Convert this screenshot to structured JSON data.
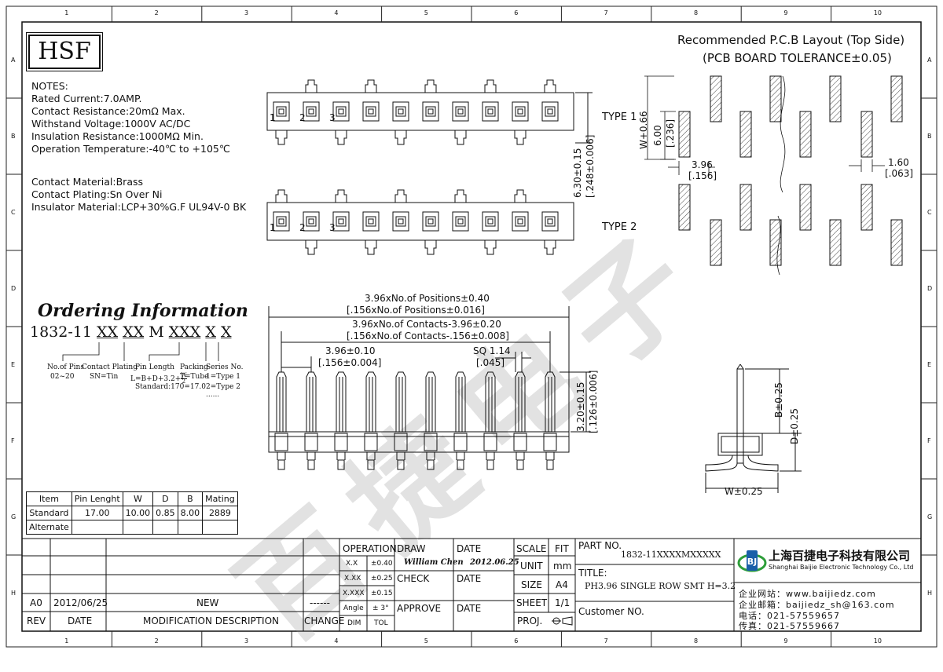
{
  "grid": {
    "cols": [
      "1",
      "2",
      "3",
      "4",
      "5",
      "6",
      "7",
      "8",
      "9",
      "10"
    ],
    "rows": [
      "A",
      "B",
      "C",
      "D",
      "E",
      "F",
      "G",
      "H"
    ]
  },
  "logo": "HSF",
  "notes": {
    "heading": "NOTES:",
    "lines": [
      "Rated Current:7.0AMP.",
      "Contact Resistance:20mΩ Max.",
      "Withstand Voltage:1000V AC/DC",
      "Insulation Resistance:1000MΩ Min.",
      "Operation Temperature:-40℃ to +105℃"
    ],
    "material_lines": [
      "Contact Material:Brass",
      "Contact Plating:Sn Over Ni",
      "Insulator Material:LCP+30%G.F UL94V-0 BK"
    ]
  },
  "pcb": {
    "title": "Recommended P.C.B Layout (Top Side)",
    "tolerance": "(PCB BOARD TOLERANCE±0.05)",
    "dim_w": "W+0.66",
    "dim_600": "6.00",
    "dim_600_in": "[.236]",
    "dim_396": "3.96",
    "dim_396_in": "[.156]",
    "dim_160": "1.60",
    "dim_160_in": "[.063]"
  },
  "types": {
    "type1": "TYPE 1",
    "type2": "TYPE 2"
  },
  "top_view": {
    "dim_630": "6.30±0.15",
    "dim_630_in": "[.248±0.006]",
    "pin_labels": [
      "1",
      "2",
      "3"
    ]
  },
  "front_view": {
    "dim_a": "3.96xNo.of Positions±0.40",
    "dim_a_in": "[.156xNo.of Positions±0.016]",
    "dim_b": "3.96xNo.of Contacts-3.96±0.20",
    "dim_b_in": "[.156xNo.of Contacts-.156±0.008]",
    "dim_c": "3.96±0.10",
    "dim_c_in": "[.156±0.004]",
    "dim_sq": "SQ 1.14",
    "dim_sq_in": "[.045]",
    "dim_320": "3.20±0.15",
    "dim_320_in": "[.126±0.006]"
  },
  "side_view": {
    "dim_b": "B±0.25",
    "dim_d": "D±0.25",
    "dim_w": "W±0.25"
  },
  "ordering": {
    "title": "Ordering Information",
    "code_prefix": "1832-11",
    "code_parts": [
      "XX",
      "XX",
      "M",
      "XXX",
      "X",
      "X"
    ],
    "labels": {
      "pins": "No.of Pins",
      "pins_val": "02~20",
      "plating": "Contact Plating",
      "plating_val": "SN=Tin",
      "length": "Pin Length",
      "length_formula": "L=B+D+3.2+",
      "length_frac_num": "W",
      "length_frac_den": "2",
      "length_std": "Standard:170=17.0",
      "packing": "Packing",
      "packing_val": "T=Tube",
      "series": "Series No.",
      "series_1": "1=Type 1",
      "series_2": "2=Type 2",
      "dots": "......"
    }
  },
  "item_table": {
    "headers": [
      "Item",
      "Pin Lenght",
      "W",
      "D",
      "B",
      "Mating"
    ],
    "rows": [
      [
        "Standard",
        "17.00",
        "10.00",
        "0.85",
        "8.00",
        "2889"
      ],
      [
        "Alternate",
        "",
        "",
        "",
        "",
        ""
      ]
    ]
  },
  "revision": {
    "row": [
      "A0",
      "2012/06/25",
      "NEW",
      "------"
    ],
    "headers": [
      "REV",
      "DATE",
      "MODIFICATION DESCRIPTION",
      "CHANGE"
    ]
  },
  "title_block": {
    "operation": "OPERATION",
    "tolerances": [
      [
        "X.X",
        "±0.40"
      ],
      [
        "X.XX",
        "±0.25"
      ],
      [
        "X.XXX",
        "±0.15"
      ],
      [
        "Angle",
        "± 3°"
      ]
    ],
    "dim": "DIM",
    "tol": "TOL",
    "draw": "DRAW",
    "draw_name": "William Chen",
    "date": "DATE",
    "draw_date": "2012.06.25",
    "check": "CHECK",
    "approve": "APPROVE",
    "scale": "SCALE",
    "fit": "FIT",
    "unit": "UNIT",
    "unit_val": "mm",
    "size": "SIZE",
    "size_val": "A4",
    "sheet": "SHEET",
    "sheet_val": "1/1",
    "proj": "PROJ.",
    "part_no_label": "PART NO.",
    "part_no": "1832-11XXXXMXXXXX",
    "title_label": "TITLE:",
    "title": "PH3.96 SINGLE ROW SMT H=3.2",
    "customer_no": "Customer NO.",
    "company_cn": "上海百捷电子科技有限公司",
    "company_en": "Shanghai Baijie Electronic Technology Co., Ltd",
    "website": "企业网站：www.baijiedz.com",
    "email": "企业邮箱：baijiedz_sh@163.com",
    "phone": "电话：021-57559657",
    "fax": "传真：021-57559667"
  },
  "watermark": "百捷电子",
  "colors": {
    "ink": "#111111",
    "company_blue": "#1a5fa8",
    "logo_green": "#2e9e3a"
  }
}
